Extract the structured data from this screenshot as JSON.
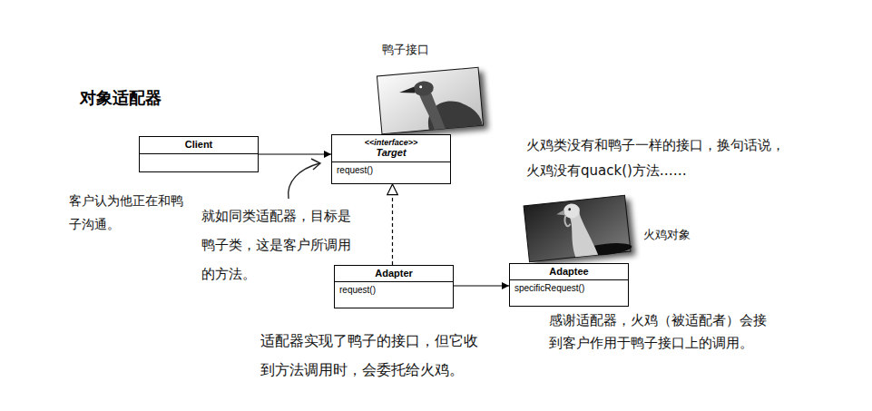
{
  "diagram": {
    "title": "对象适配器",
    "nodes": [
      {
        "text": [
          "Client"
        ]
      },
      {
        "text": [
          "<<interface>>",
          "Target",
          "request()"
        ]
      },
      {
        "text": [
          "Adapter",
          "request()"
        ]
      },
      {
        "text": [
          "Adaptee",
          "specificRequest()"
        ]
      }
    ],
    "edges": [
      {
        "from": 0,
        "to": 1,
        "arrow": "to"
      },
      {
        "from": 2,
        "to": 1,
        "arrow": "to"
      },
      {
        "from": 2,
        "to": 3,
        "arrow": "to"
      }
    ],
    "labels": [
      "鸭子接口",
      "火鸡类没有和鸭子一样的接口，换句话说，火鸡没有quack()方法……",
      "客户认为他正在和鸭子沟通。",
      "就如同类适配器，目标是鸭子类，这是客户所调用的方法。",
      "火鸡对象",
      "适配器实现了鸭子的接口，但它收到方法调用时，会委托给火鸡。",
      "感谢适配器，火鸡（被适配者）会接到客户作用于鸭子接口上的调用。"
    ]
  }
}
